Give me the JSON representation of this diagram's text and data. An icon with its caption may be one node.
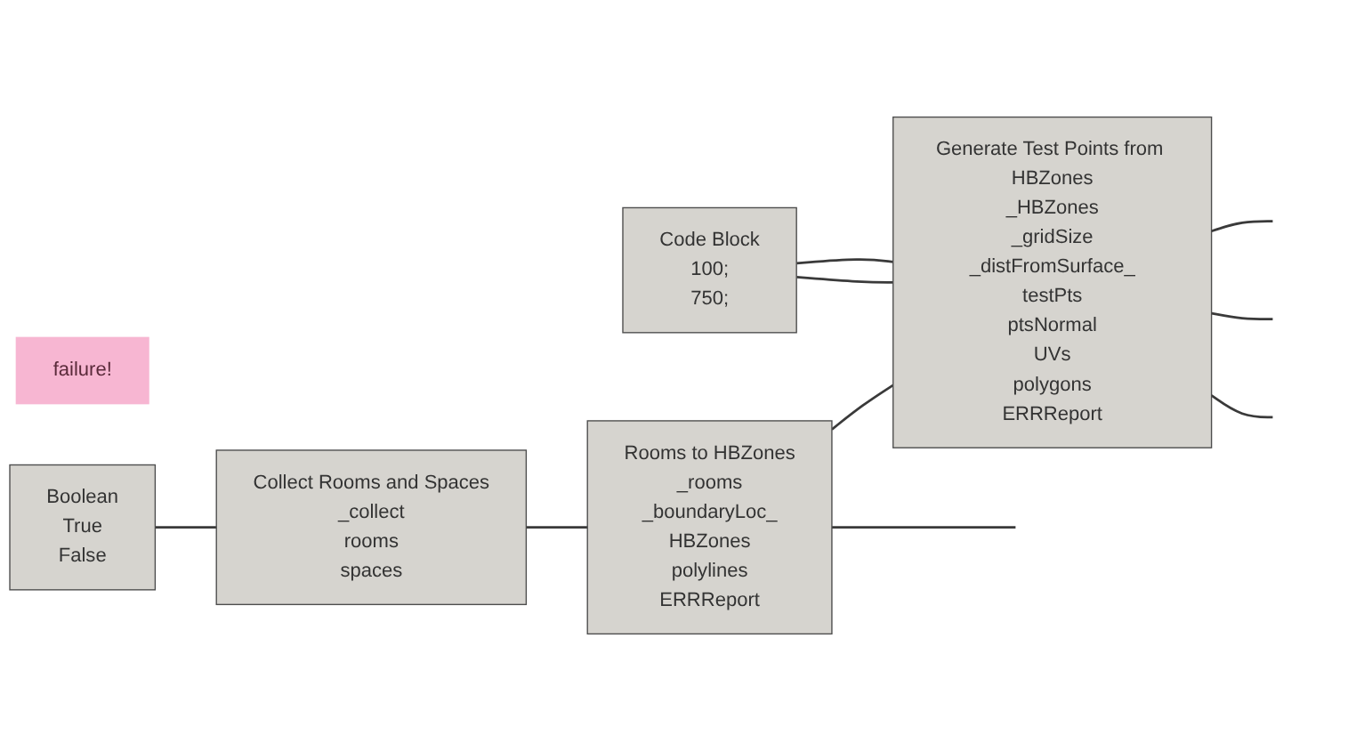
{
  "diagram": {
    "nodes": [
      {
        "text": [
          "failure!"
        ]
      },
      {
        "text": [
          "Boolean",
          "True",
          "False"
        ]
      },
      {
        "text": [
          "Collect Rooms and Spaces",
          "_collect",
          "rooms",
          "spaces"
        ]
      },
      {
        "text": [
          "Rooms to HBZones",
          "_rooms",
          "_boundaryLoc_",
          "HBZones",
          "polylines",
          "ERRReport"
        ]
      },
      {
        "text": [
          "Code Block",
          "100;",
          "750;"
        ]
      },
      {
        "text": [
          "Generate Test Points from HBZones",
          "_HBZones",
          "_gridSize",
          "_distFromSurface_",
          "testPts",
          "ptsNormal",
          "UVs",
          "polygons",
          "ERRReport"
        ]
      }
    ],
    "edges": [
      {
        "from": 1,
        "to": 2,
        "arrow": "none"
      },
      {
        "from": 2,
        "to": 3,
        "arrow": "none"
      },
      {
        "from": 3,
        "to": 5,
        "arrow": "none"
      },
      {
        "from": 4,
        "to": 5,
        "arrow": "none"
      },
      {
        "from": 4,
        "to": 5,
        "arrow": "none"
      },
      {
        "from": 3,
        "to": null,
        "arrow": "none"
      },
      {
        "from": 5,
        "to": null,
        "arrow": "none"
      },
      {
        "from": 5,
        "to": null,
        "arrow": "none"
      },
      {
        "from": 5,
        "to": null,
        "arrow": "none"
      }
    ]
  }
}
